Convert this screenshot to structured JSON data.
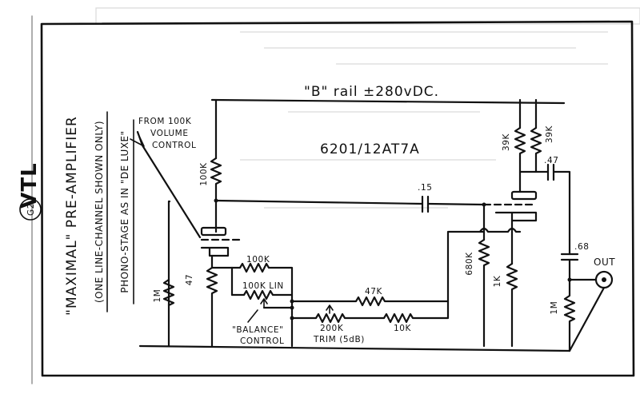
{
  "brand": {
    "logo_text": "VTL",
    "seal_text": "G2"
  },
  "title": {
    "line1": "\"MAXIMAL\" PRE-AMPLIFIER",
    "line2": "(ONE LINE-CHANNEL SHOWN ONLY)",
    "line3": "PHONO-STAGE AS IN \"DE LUXE\""
  },
  "rail": {
    "label": "\"B\" rail ±280vDC."
  },
  "tube": {
    "label": "6201/12AT7A"
  },
  "input": {
    "label_line1": "FROM 100K",
    "label_line2": "VOLUME",
    "label_line3": "CONTROL"
  },
  "components": {
    "r_plate1": "100K",
    "r_grid": "1M",
    "r_cathode1": "47",
    "r_fb1": "100K",
    "pot_balance": "100K LIN",
    "r_fb2": "47K",
    "trim": "200K",
    "trim_note": "TRIM (5dB)",
    "r_fb3": "10K",
    "c_couple": ".15",
    "r_plate2a": "39K",
    "r_plate2b": "39K",
    "c_bypass": ".47",
    "r_grid2": "680K",
    "r_cathode2": "1K",
    "c_out": ".68",
    "r_out": "1M"
  },
  "balance": {
    "line1": "\"BALANCE\"",
    "line2": "CONTROL"
  },
  "output": {
    "label": "OUT"
  }
}
